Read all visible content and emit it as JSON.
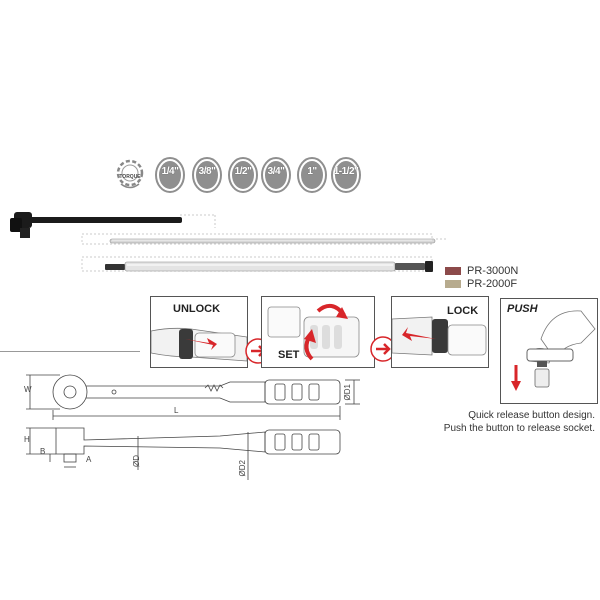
{
  "badges": {
    "torque_label": "TORQUE",
    "drive_sizes": [
      "1/4\"",
      "3/8\"",
      "1/2\"",
      "3/4\"",
      "1\"",
      "1-1/2\""
    ]
  },
  "legend": [
    {
      "label": "PR-3000N",
      "color": "#8c4a4a"
    },
    {
      "label": "PR-2000F",
      "color": "#b7ab8e"
    }
  ],
  "steps": {
    "unlock": "UNLOCK",
    "set": "SET",
    "lock": "LOCK",
    "push": "PUSH"
  },
  "note": {
    "line1": "Quick release button design.",
    "line2": "Push the button to release socket."
  },
  "dimensions": {
    "w": "W",
    "l": "L",
    "d1": "ØD1",
    "h": "H",
    "b": "B",
    "a": "A",
    "d": "ØD",
    "d2": "ØD2"
  },
  "colors": {
    "badge_gray": "#8f8f8f",
    "arrow_red": "#d8262a",
    "outline": "#555555"
  }
}
